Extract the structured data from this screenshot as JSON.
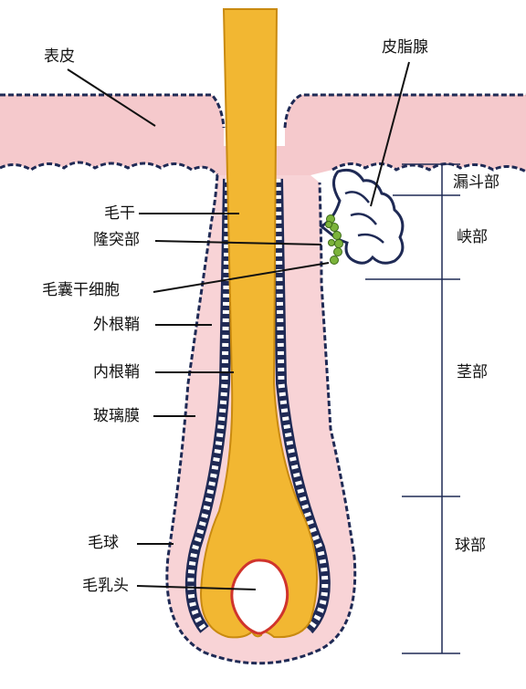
{
  "labels": {
    "epidermis": "表皮",
    "sebaceous_gland": "皮脂腺",
    "hair_shaft": "毛干",
    "bulge": "隆突部",
    "follicle_stem_cells": "毛囊干细胞",
    "outer_root_sheath": "外根鞘",
    "inner_root_sheath": "内根鞘",
    "glassy_membrane": "玻璃膜",
    "hair_bulb": "毛球",
    "dermal_papilla": "毛乳头",
    "infundibulum": "漏斗部",
    "isthmus": "峡部",
    "stem": "茎部",
    "bulb_segment": "球部"
  },
  "colors": {
    "skin": "#f5c9cc",
    "sheath_pink": "#f8d3d6",
    "hair": "#f2b732",
    "hair_edge": "#c98a10",
    "outline": "#1f2a55",
    "papilla_rim": "#d0342c",
    "stem_cells": "#7bb33a",
    "background": "#ffffff"
  }
}
